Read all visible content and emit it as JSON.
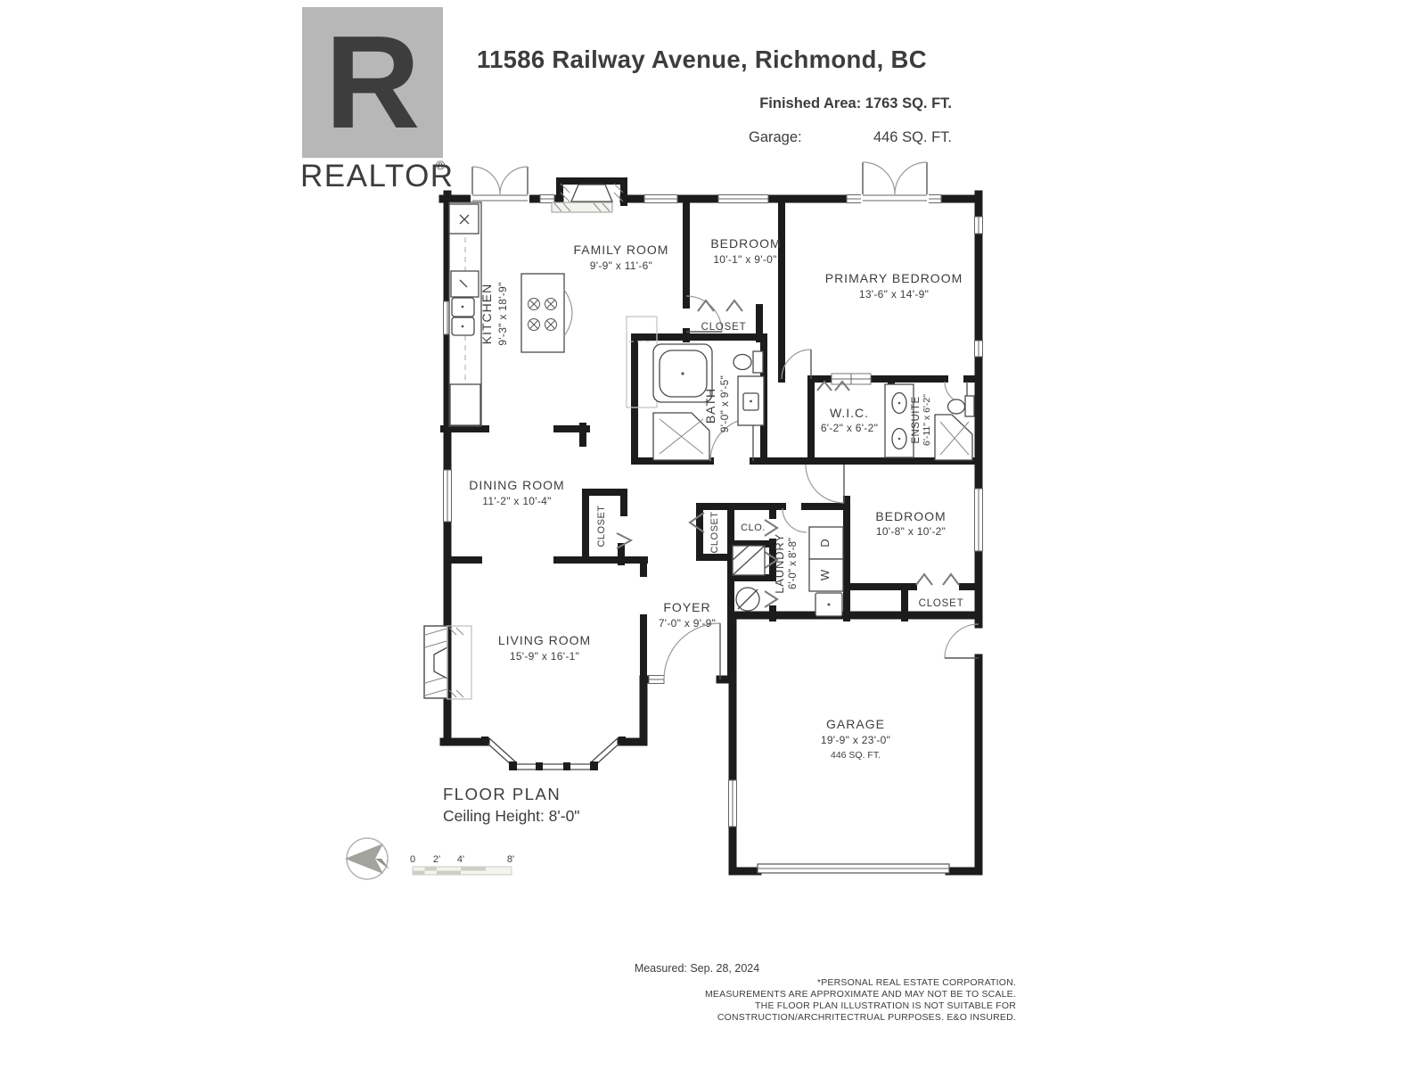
{
  "header": {
    "logo_letter": "R",
    "logo_wordmark": "REALTOR",
    "logo_registered": "®",
    "title": "11586 Railway Avenue, Richmond, BC",
    "finished_area": "Finished Area: 1763 SQ. FT.",
    "garage_label": "Garage:",
    "garage_value": "446 SQ. FT."
  },
  "rooms": {
    "kitchen": {
      "name": "KITCHEN",
      "dims": "9'-3\" x 18'-9\""
    },
    "family_room": {
      "name": "FAMILY ROOM",
      "dims": "9'-9\" x 11'-6\""
    },
    "bedroom_top": {
      "name": "BEDROOM",
      "dims": "10'-1\" x 9'-0\""
    },
    "primary_bedroom": {
      "name": "PRIMARY BEDROOM",
      "dims": "13'-6\" x 14'-9\""
    },
    "bath": {
      "name": "BATH",
      "dims": "9'-0\" x 9'-5\""
    },
    "wic": {
      "name": "W.I.C.",
      "dims": "6'-2\" x 6'-2\""
    },
    "ensuite": {
      "name": "ENSUITE",
      "dims": "6'-11\" x 6'-2\""
    },
    "dining_room": {
      "name": "DINING ROOM",
      "dims": "11'-2\" x 10'-4\""
    },
    "living_room": {
      "name": "LIVING ROOM",
      "dims": "15'-9\" x 16'-1\""
    },
    "foyer": {
      "name": "FOYER",
      "dims": "7'-0\" x 9'-9\""
    },
    "laundry": {
      "name": "LAUNDRY",
      "dims": "6'-0\" x 8'-8\""
    },
    "bedroom_right": {
      "name": "BEDROOM",
      "dims": "10'-8\" x 10'-2\""
    },
    "garage": {
      "name": "GARAGE",
      "dims": "19'-9\" x 23'-0\"",
      "area": "446 SQ. FT."
    },
    "closet_bath": "CLOSET",
    "closet_dining": "CLOSET",
    "closet_foyer": "CLOSET",
    "closet_bedroom": "CLOSET",
    "clo": "CLO.",
    "washer": "W",
    "dryer": "D"
  },
  "annotations": {
    "plan_title": "FLOOR PLAN",
    "ceiling": "Ceiling Height: 8'-0\"",
    "measured": "Measured: Sep. 28, 2024",
    "scale_ticks": [
      "0",
      "2'",
      "4'",
      "8'"
    ]
  },
  "footer": {
    "line1": "*PERSONAL REAL ESTATE CORPORATION.",
    "line2": "MEASUREMENTS ARE APPROXIMATE AND MAY NOT BE TO SCALE.",
    "line3": "THE FLOOR PLAN ILLUSTRATION IS NOT SUITABLE FOR",
    "line4": "CONSTRUCTION/ARCHRITECTRUAL PURPOSES. E&O INSURED."
  },
  "colors": {
    "wall": "#1c1c1c",
    "logo_gray": "#b7b7b7"
  }
}
